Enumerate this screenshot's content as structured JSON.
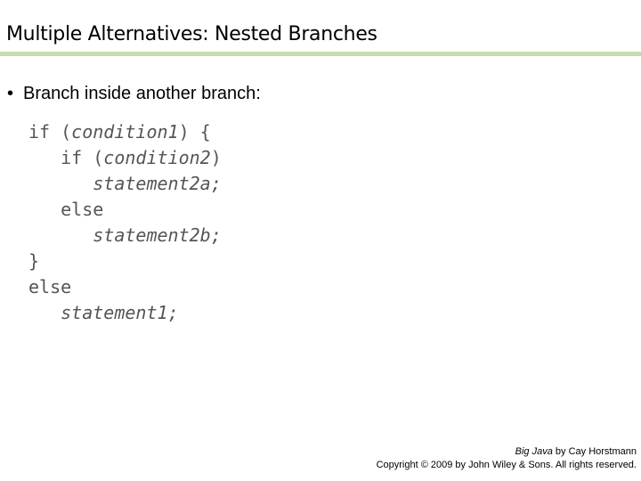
{
  "slide": {
    "title": "Multiple Alternatives: Nested Branches",
    "bullet": "Branch inside another branch:"
  },
  "code": {
    "line1": {
      "kw": "if (",
      "var": "condition1",
      "rest": ") {"
    },
    "line2": {
      "indent": "   ",
      "kw": "if (",
      "var": "condition2",
      "rest": ")"
    },
    "line3": {
      "indent": "      ",
      "stmt": "statement2a",
      "rest": ";"
    },
    "line4": {
      "indent": "   ",
      "kw": "else"
    },
    "line5": {
      "indent": "      ",
      "stmt": "statement2b",
      "rest": ";"
    },
    "line6": {
      "kw": "}"
    },
    "line7": {
      "kw": "else"
    },
    "line8": {
      "indent": "   ",
      "stmt": "statement1",
      "rest": ";"
    }
  },
  "footer": {
    "book": "Big Java",
    "author": " by Cay Horstmann",
    "copyright": "Copyright © 2009 by John Wiley & Sons.  All rights reserved."
  },
  "colors": {
    "title_rule": "#c6dbb0",
    "code_text": "#555555"
  }
}
